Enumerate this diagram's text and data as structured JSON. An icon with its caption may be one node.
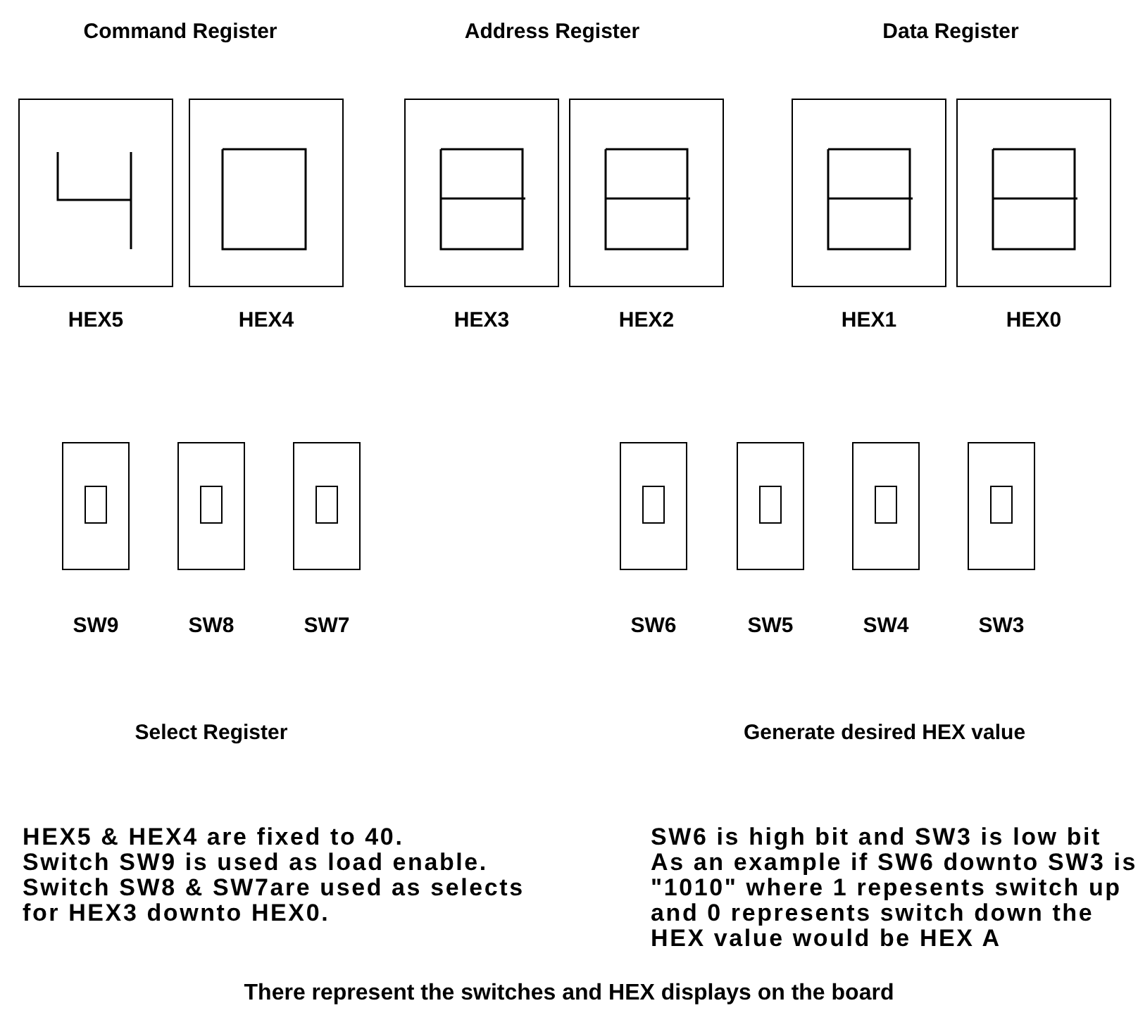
{
  "diagram": {
    "caption": "There represent the switches and HEX displays on the board",
    "nodes": [
      {
        "text": [
          "HEX5"
        ]
      },
      {
        "text": [
          "HEX4"
        ]
      },
      {
        "text": [
          "HEX3"
        ]
      },
      {
        "text": [
          "HEX2"
        ]
      },
      {
        "text": [
          "HEX1"
        ]
      },
      {
        "text": [
          "HEX0"
        ]
      },
      {
        "text": [
          "SW9"
        ]
      },
      {
        "text": [
          "SW8"
        ]
      },
      {
        "text": [
          "SW7"
        ]
      },
      {
        "text": [
          "SW6"
        ]
      },
      {
        "text": [
          "SW5"
        ]
      },
      {
        "text": [
          "SW4"
        ]
      },
      {
        "text": [
          "SW3"
        ]
      }
    ],
    "labels": [
      "Command Register",
      "Address Register",
      "Data Register",
      "Select Register",
      "Generate desired HEX value",
      "HEX5 & HEX4 are fixed to 40.",
      "Switch SW9 is used as load enable.",
      "Switch SW8 & SW7are used as selects for HEX3 downto HEX0.",
      "SW6 is high bit and SW3 is low bit",
      "As an example if SW6 downto SW3 is \"1010\" where 1 repesents switch up and 0 represents switch down the HEX value would be HEX A"
    ]
  }
}
